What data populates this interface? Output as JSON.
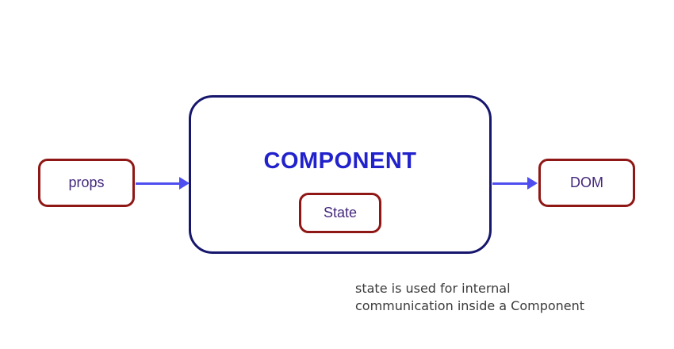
{
  "diagram": {
    "props_box": {
      "label": "props"
    },
    "component_box": {
      "title": "COMPONENT"
    },
    "state_box": {
      "label": "State"
    },
    "dom_box": {
      "label": "DOM"
    },
    "caption": {
      "line1": "state is used for internal",
      "line2": "communication inside a Component"
    },
    "colors": {
      "red_border": "#8f1715",
      "navy_border": "#16166d",
      "component_title": "#2222cc",
      "box_text": "#44287c",
      "arrow": "#4d4df0",
      "caption_text": "#3a3a3a",
      "bg": "#ffffff"
    }
  }
}
